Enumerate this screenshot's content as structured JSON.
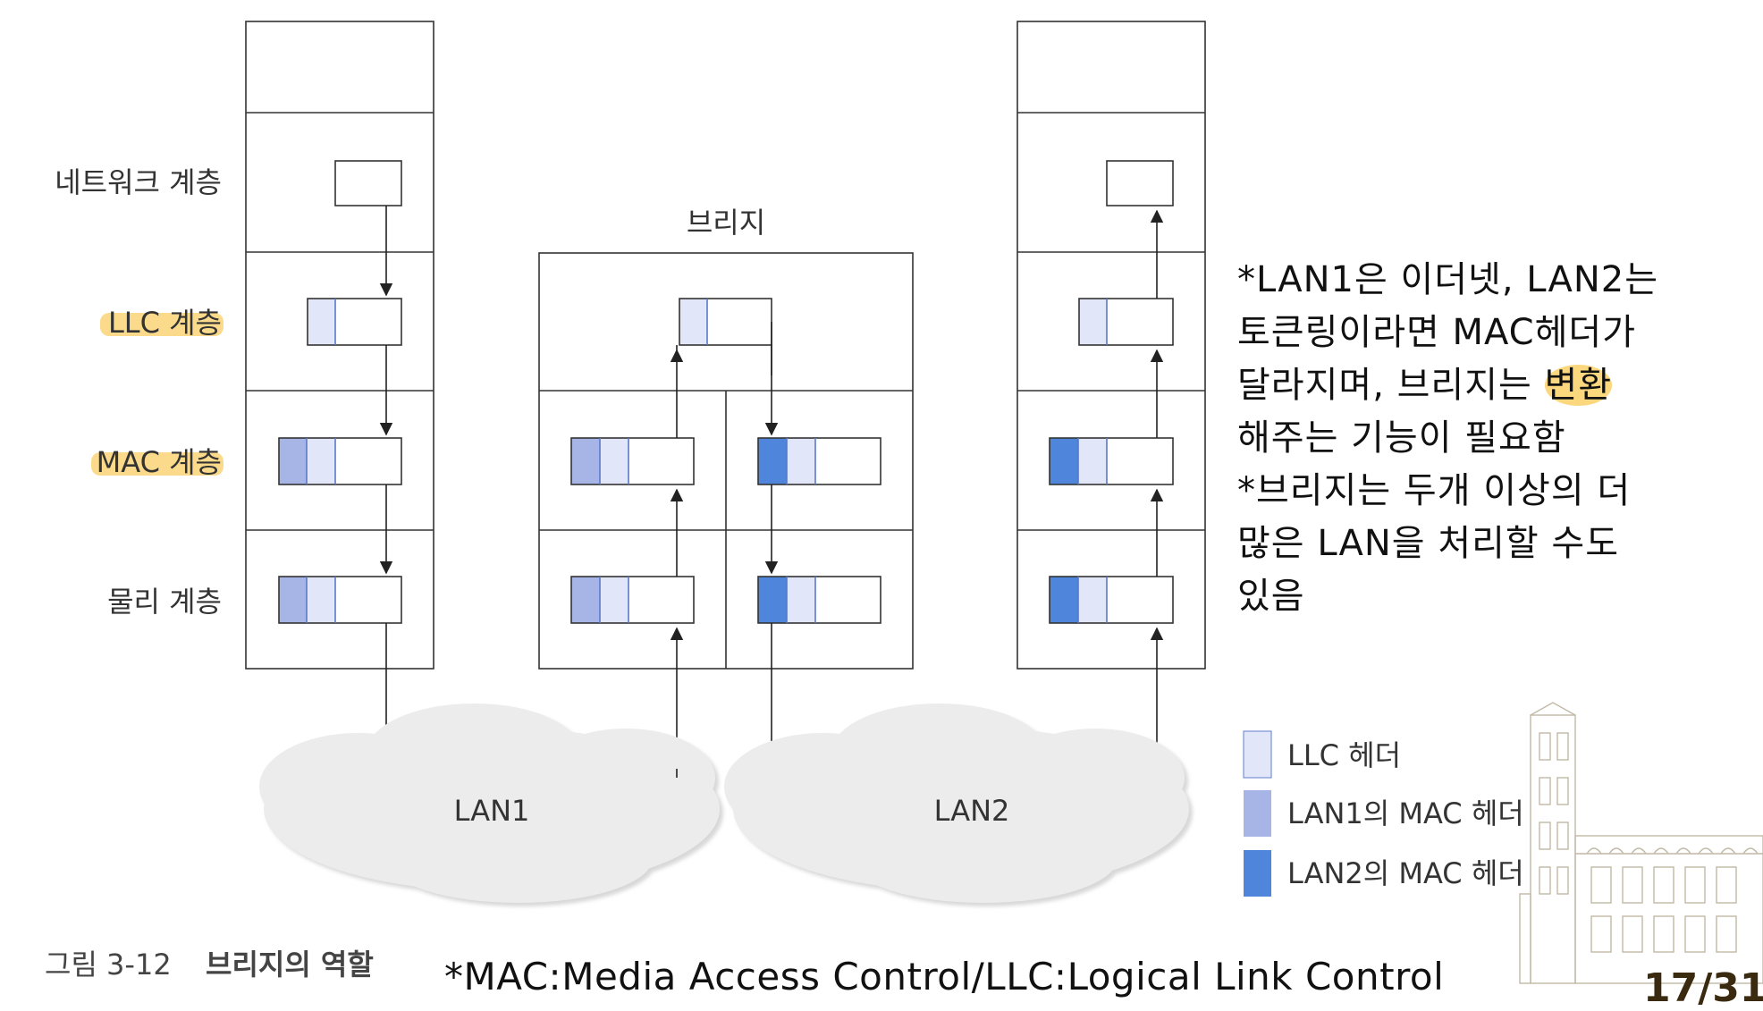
{
  "diagram": {
    "layer_labels": {
      "network": "네트워크 계층",
      "llc": "LLC 계층",
      "mac": "MAC 계층",
      "physical": "물리 계층"
    },
    "bridge_title": "브리지",
    "lan1_label": "LAN1",
    "lan2_label": "LAN2",
    "legend": {
      "llc_header": "LLC 헤더",
      "lan1_mac_header": "LAN1의 MAC 헤더",
      "lan2_mac_header": "LAN2의 MAC 헤더"
    },
    "caption_number": "그림 3-12",
    "caption_title": "브리지의 역할",
    "colors": {
      "llc_header": "#e1e6f8",
      "lan1_mac": "#a7b5e6",
      "lan2_mac": "#4f86dc",
      "highlight": "#fbd77e",
      "cloud": "#ececec"
    }
  },
  "notes": {
    "line1": "*LAN1은 이더넷, LAN2는",
    "line2": "토큰링이라면 MAC헤더가",
    "line3a": "달라지며, 브리지는 ",
    "line3b": "변환",
    "line4": "해주는 기능이 필요함",
    "line5": "*브리지는 두개 이상의 더",
    "line6": "많은 LAN을 처리할 수도",
    "line7": "있음"
  },
  "footer": {
    "definition": "*MAC:Media Access Control/LLC:Logical Link Control",
    "page": "17/31"
  }
}
